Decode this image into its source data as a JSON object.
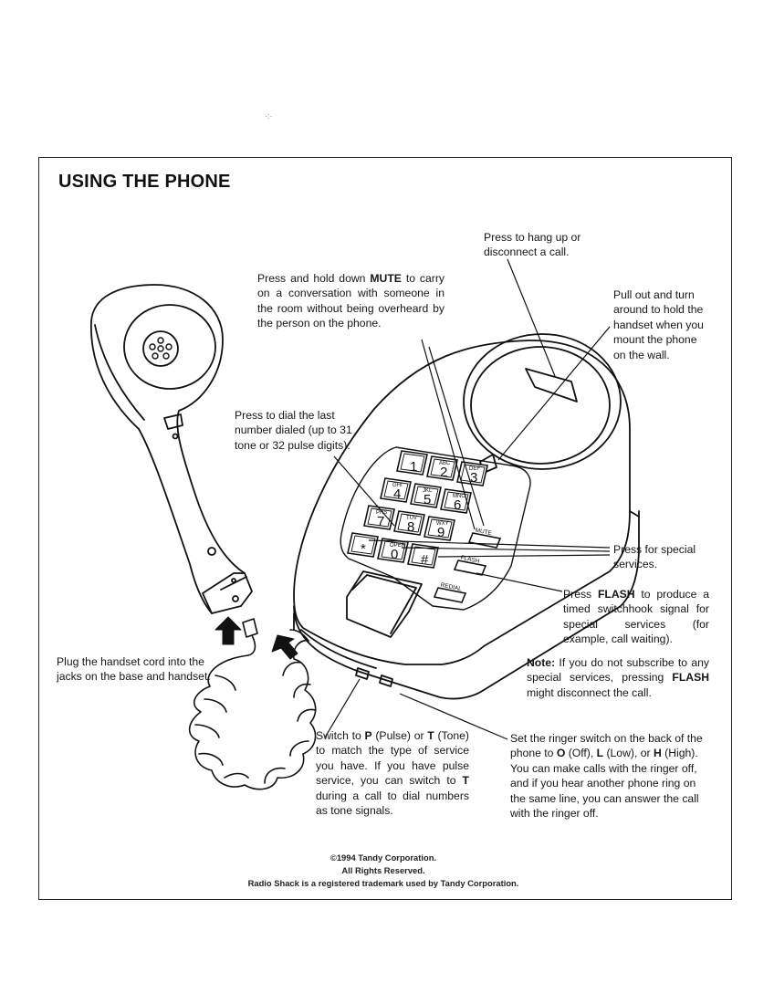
{
  "page": {
    "title": "USING THE PHONE"
  },
  "callouts": {
    "hang_up": "Press to hang up or disconnect a call.",
    "mute_pre": "Press and hold down ",
    "mute_key": "MUTE",
    "mute_post": " to carry on a conversation with someone in the room without being overheard by the person on the phone.",
    "hook": "Pull out and turn around to hold the handset when you mount the phone on the wall.",
    "redial": "Press to dial the last number dialed (up to 31 tone or 32 pulse digits).",
    "special": "Press for special services.",
    "flash_pre": "Press ",
    "flash_key": "FLASH",
    "flash_post": " to produce a timed switchhook signal for special services (for example, call waiting).",
    "note_label": "Note:",
    "note_pre": " If you do not subscribe to any special services, pressing ",
    "note_key": "FLASH",
    "note_post": " might disconnect the call.",
    "cord": "Plug the handset cord into the jacks on the base and handset.",
    "switch_1": "Switch to ",
    "switch_p": "P",
    "switch_2": " (Pulse) or ",
    "switch_t": "T",
    "switch_3": " (Tone) to match the type of service you have. If you have pulse service, you can switch to ",
    "switch_t2": "T",
    "switch_4": " during a call to dial numbers as tone signals.",
    "ringer_1": "Set the ringer switch on the back of the phone to ",
    "ringer_o": "O",
    "ringer_2": " (Off), ",
    "ringer_l": "L",
    "ringer_3": " (Low), or ",
    "ringer_h": "H",
    "ringer_4": " (High). You can make calls with the ringer off, and if you hear another phone ring on the same line, you can answer the call with the ringer off."
  },
  "keypad": {
    "keys": [
      {
        "digit": "1",
        "letters": ""
      },
      {
        "digit": "2",
        "letters": "ABC"
      },
      {
        "digit": "3",
        "letters": "DEF"
      },
      {
        "digit": "4",
        "letters": "GHI"
      },
      {
        "digit": "5",
        "letters": "JKL"
      },
      {
        "digit": "6",
        "letters": "MNO"
      },
      {
        "digit": "7",
        "letters": "PRS"
      },
      {
        "digit": "8",
        "letters": "TUV"
      },
      {
        "digit": "9",
        "letters": "WXY"
      },
      {
        "digit": "*",
        "letters": ""
      },
      {
        "digit": "0",
        "letters": "OPER"
      },
      {
        "digit": "#",
        "letters": ""
      }
    ],
    "mute_label": "MUTE",
    "flash_label": "FLASH",
    "redial_label": "REDIAL"
  },
  "footer": {
    "line1": "©1994 Tandy Corporation.",
    "line2": "All Rights Reserved.",
    "line3": "Radio Shack is a registered trademark used by Tandy Corporation."
  }
}
